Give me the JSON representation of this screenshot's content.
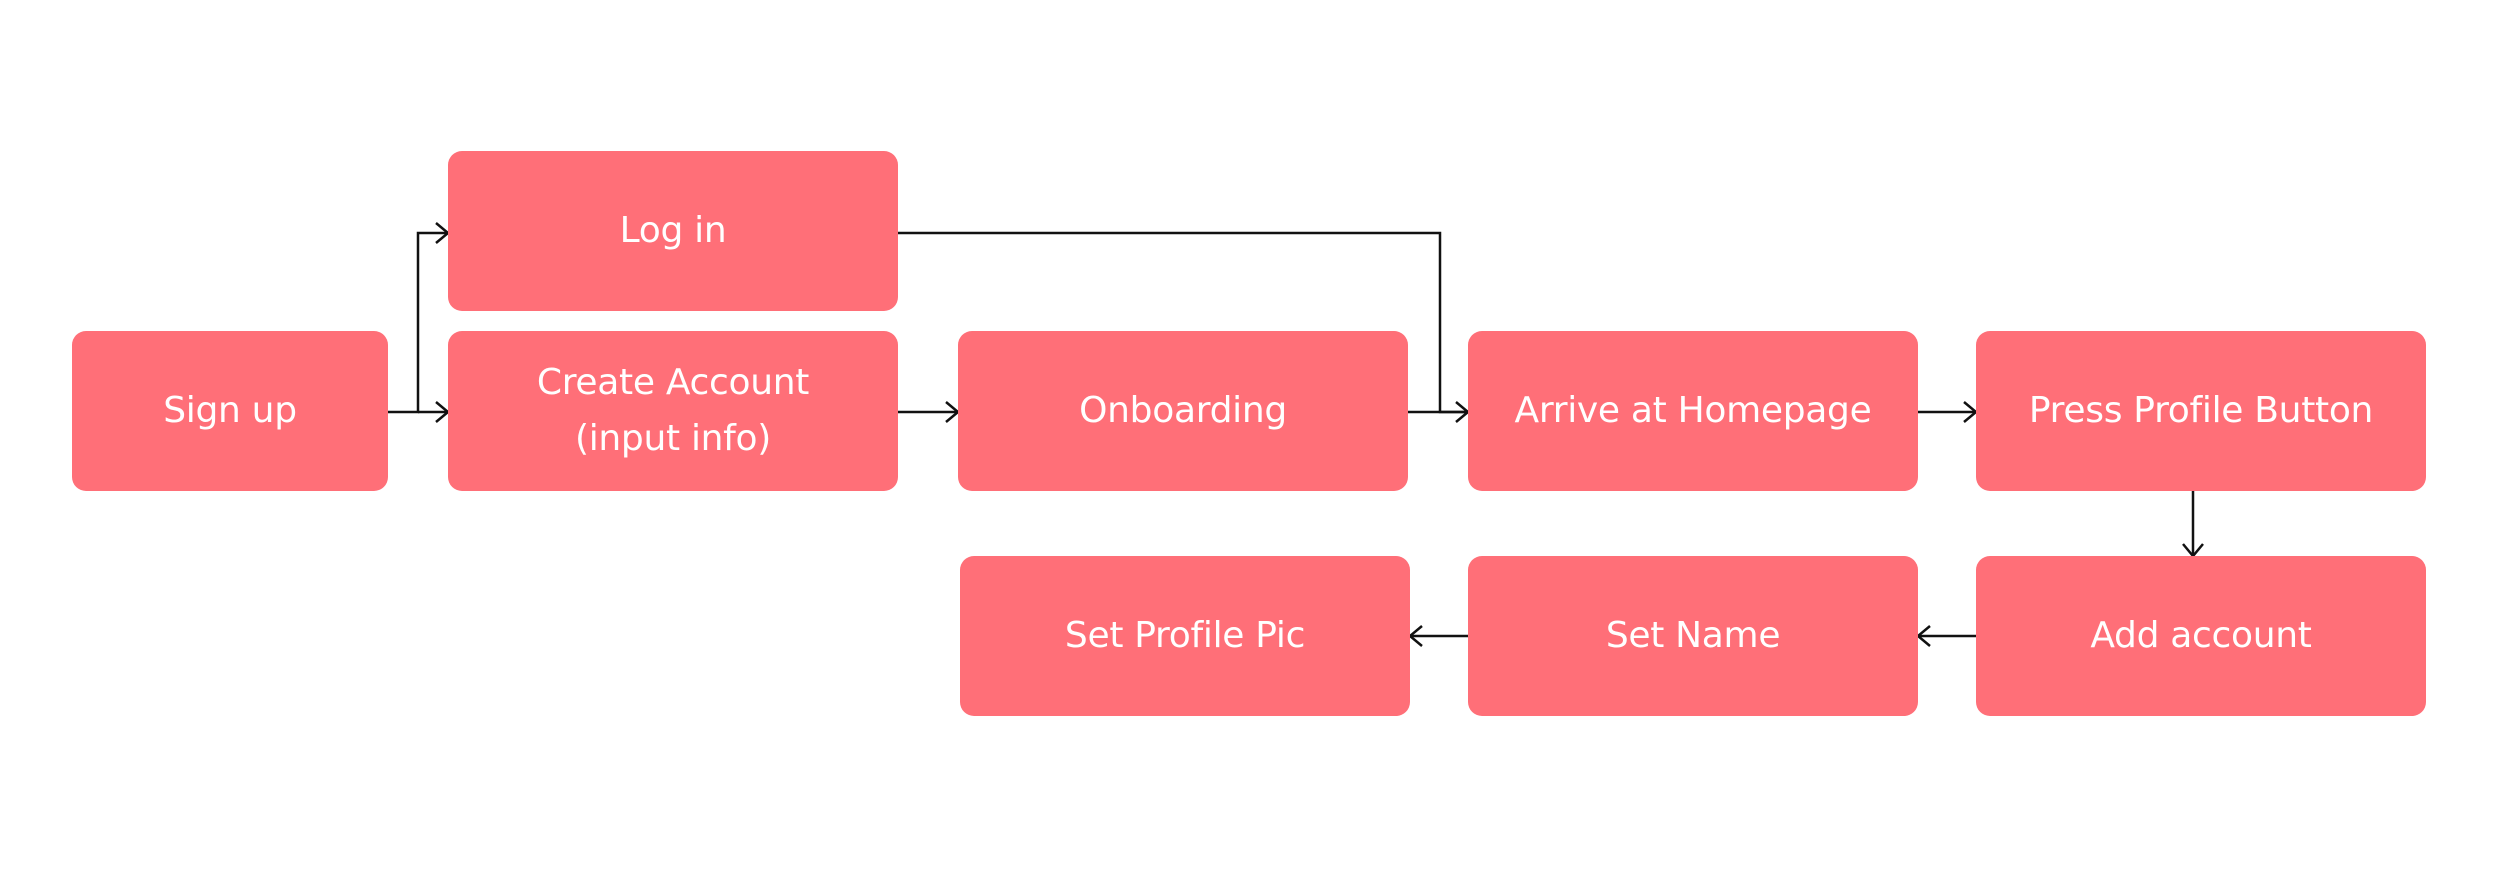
{
  "colors": {
    "node_fill": "#FF6F78",
    "node_text": "#FFFFFF",
    "connector": "#111111",
    "background": "#FFFFFF"
  },
  "nodes": {
    "sign_up": "Sign up",
    "log_in": "Log in",
    "create_account_line1": "Create Account",
    "create_account_line2": "(input info)",
    "onboarding": "Onboarding",
    "arrive_homepage": "Arrive at Homepage",
    "press_profile": "Press Profile Button",
    "add_account": "Add account",
    "set_name": "Set Name",
    "set_profile_pic": "Set Profile Pic"
  }
}
